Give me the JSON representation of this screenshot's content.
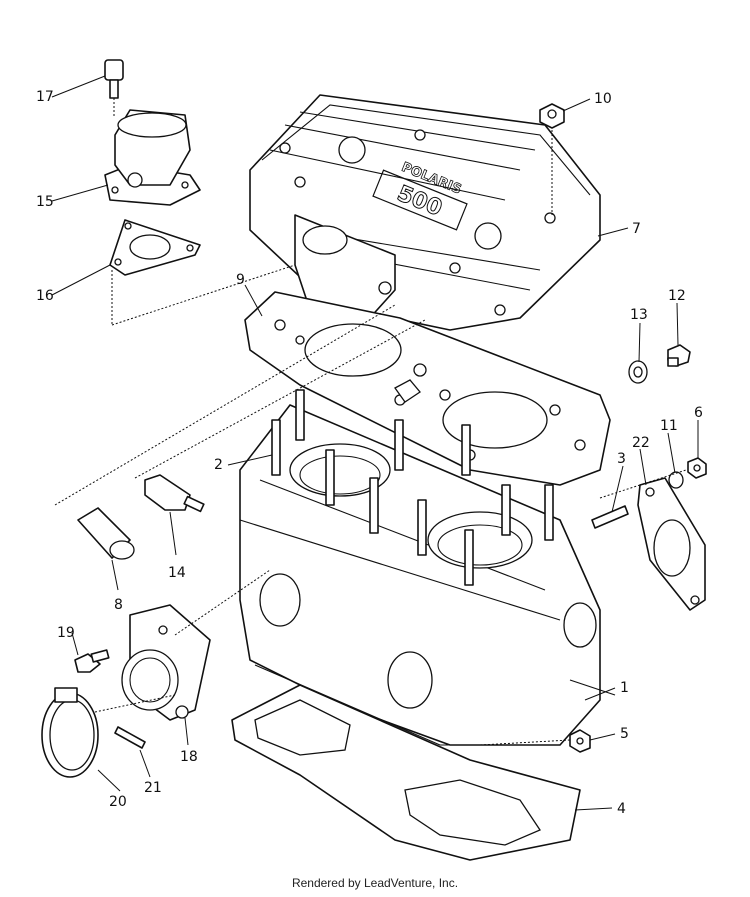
{
  "callouts": [
    "1",
    "2",
    "3",
    "4",
    "5",
    "6",
    "7",
    "8",
    "9",
    "10",
    "11",
    "12",
    "13",
    "14",
    "15",
    "16",
    "17",
    "18",
    "19",
    "20",
    "21",
    "22"
  ],
  "head_cover_text": "500",
  "head_cover_logo": "POLARIS",
  "footer": "Rendered by LeadVenture, Inc."
}
